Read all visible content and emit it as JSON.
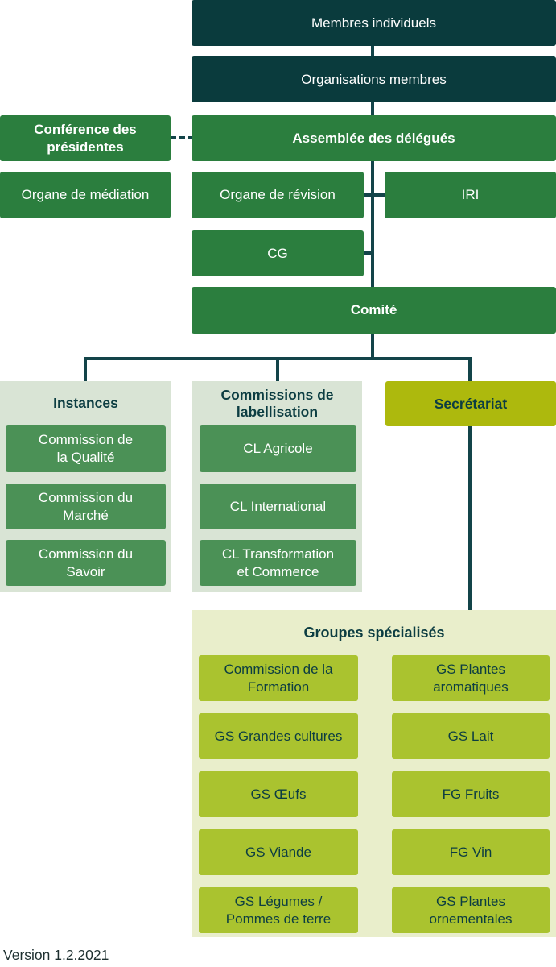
{
  "palette": {
    "dark_teal": "#0a3b3d",
    "green": "#2b7e3e",
    "mid_green": "#4b9156",
    "sage_panel": "#d9e4d5",
    "olive": "#adb90d",
    "yellow_green": "#aac32f",
    "cream_panel": "#e9eecb",
    "connector": "#134449",
    "teal_text": "#0c3d42",
    "version_text": "#1e3030"
  },
  "org": {
    "membres_individuels": "Membres individuels",
    "organisations_membres": "Organisations membres",
    "conference_des_presidentes": "Conférence des\nprésidentes",
    "assemblee_des_delegues": "Assemblée des délégués",
    "organe_de_mediation": "Organe de médiation",
    "organe_de_revision": "Organe de révision",
    "iri": "IRI",
    "cg": "CG",
    "comite": "Comité"
  },
  "instances": {
    "title": "Instances",
    "items": [
      "Commission de\nla Qualité",
      "Commission du\nMarché",
      "Commission du\nSavoir"
    ]
  },
  "commissions_labellisation": {
    "title": "Commissions de\nlabellisation",
    "items": [
      "CL Agricole",
      "CL International",
      "CL Transformation\net Commerce"
    ]
  },
  "secretariat": {
    "title": "Secrétariat"
  },
  "groupes_specialises": {
    "title": "Groupes spécialisés",
    "left_column": [
      "Commission de la\nFormation",
      "GS Grandes cultures",
      "GS Œufs",
      "GS Viande",
      "GS Légumes /\nPommes de terre"
    ],
    "right_column": [
      "GS Plantes\naromatiques",
      "GS Lait",
      "FG Fruits",
      "FG Vin",
      "GS Plantes\nornementales"
    ]
  },
  "footer": {
    "version": "Version 1.2.2021"
  }
}
